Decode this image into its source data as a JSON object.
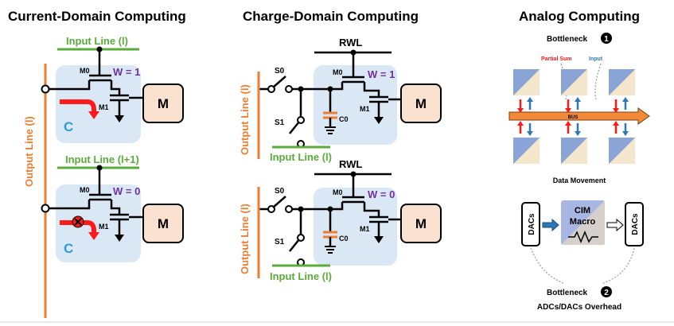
{
  "current": {
    "title": "Current-Domain Computing",
    "input_line_top": "Input Line (l)",
    "input_line_bottom": "Input Line (l+1)",
    "output_line": "Output Line (l)",
    "cell_top": {
      "m0": "M0",
      "m1": "M1",
      "weight": "W = 1",
      "c": "C",
      "m": "M"
    },
    "cell_bottom": {
      "m0": "M0",
      "m1": "M1",
      "weight": "W = 0",
      "c": "C",
      "m": "M"
    }
  },
  "charge": {
    "title": "Charge-Domain Computing",
    "rwl_top": "RWL",
    "rwl_bottom": "RWL",
    "output_line_top": "Output Line (l)",
    "output_line_bottom": "Output Line (l)",
    "input_line_top": "Input Line (l)",
    "input_line_bottom": "Input Line (l)",
    "cell_top": {
      "s0": "S0",
      "s1": "S1",
      "m0": "M0",
      "m1": "M1",
      "c0": "C0",
      "weight": "W = 1",
      "m": "M"
    },
    "cell_bottom": {
      "s0": "S0",
      "s1": "S1",
      "m0": "M0",
      "m1": "M1",
      "c0": "C0",
      "weight": "W = 0",
      "m": "M"
    }
  },
  "analog": {
    "title": "Analog Computing",
    "bottleneck1": "Bottleneck",
    "bottleneck1_num": "1",
    "partial_sum": "Partial Sum",
    "input": "Input",
    "bus": "BUS",
    "data_movement": "Data Movement",
    "dacs_left": "DACs",
    "cim_macro_line1": "CIM",
    "cim_macro_line2": "Macro",
    "dacs_right": "DACs",
    "bottleneck2": "Bottleneck",
    "bottleneck2_num": "2",
    "adcs_overhead": "ADCs/DACs Overhead"
  },
  "colors": {
    "green": "#5aab3c",
    "orange": "#ed7d31",
    "purple": "#7030a0",
    "blue_text": "#2e9bd6",
    "cell_bg": "#dae8f6",
    "m_box": "#fbe1cf",
    "red": "#ff1a1a",
    "bus_orange": "#f28a3a"
  }
}
